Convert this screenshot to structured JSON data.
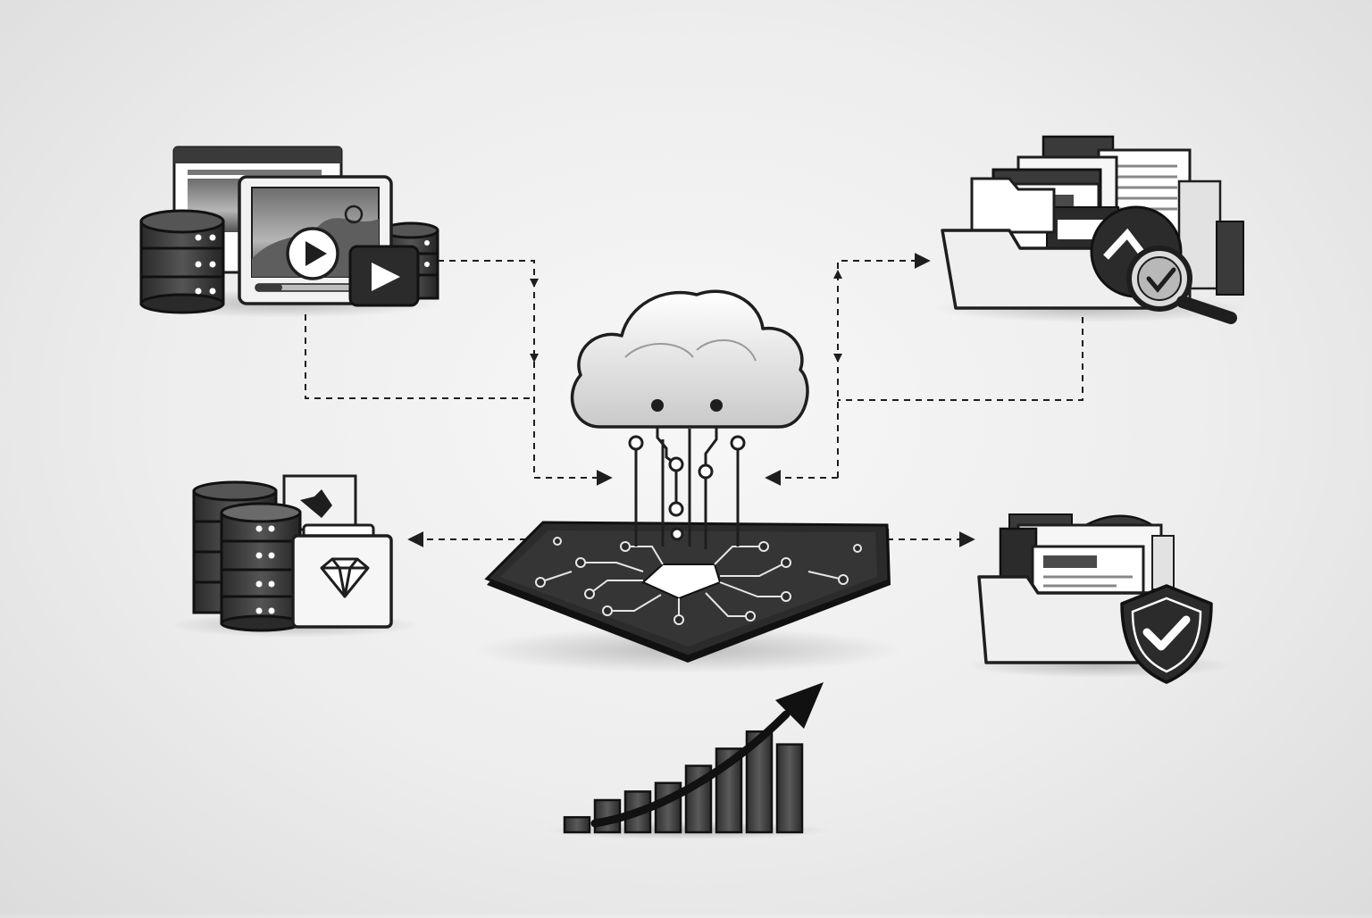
{
  "diagram": {
    "style": "monochrome-illustration",
    "colors": {
      "background": "#ececec",
      "ink": "#1e1e1e",
      "dark": "#3a3a3a",
      "mid": "#8a8a8a",
      "light": "#f4f4f4",
      "white": "#ffffff"
    },
    "nodes": [
      {
        "id": "cloud-chip-hub",
        "icons": [
          "cloud-icon",
          "circuit-chip-icon"
        ]
      },
      {
        "id": "media-storage",
        "icons": [
          "database-icon",
          "video-player-icon",
          "play-icon"
        ]
      },
      {
        "id": "document-search",
        "icons": [
          "folder-icon",
          "document-icon",
          "magnifier-icon"
        ]
      },
      {
        "id": "gem-archive",
        "icons": [
          "database-icon",
          "folder-icon",
          "gem-icon"
        ]
      },
      {
        "id": "secure-files",
        "icons": [
          "folder-icon",
          "shield-check-icon"
        ]
      },
      {
        "id": "growth-chart",
        "icons": [
          "bar-chart-icon",
          "trend-arrow-icon"
        ]
      }
    ],
    "connectors": [
      {
        "from": "media-storage",
        "to": "cloud-chip-hub",
        "style": "dashed"
      },
      {
        "from": "cloud-chip-hub",
        "to": "document-search",
        "style": "dashed"
      },
      {
        "from": "document-search",
        "to": "cloud-chip-hub",
        "style": "dashed"
      },
      {
        "from": "cloud-chip-hub",
        "to": "gem-archive",
        "style": "dashed"
      },
      {
        "from": "cloud-chip-hub",
        "to": "secure-files",
        "style": "dashed"
      }
    ],
    "growth_chart": {
      "bar_levels": [
        0.14,
        0.3,
        0.38,
        0.46,
        0.62,
        0.78,
        0.94,
        0.82
      ]
    }
  }
}
